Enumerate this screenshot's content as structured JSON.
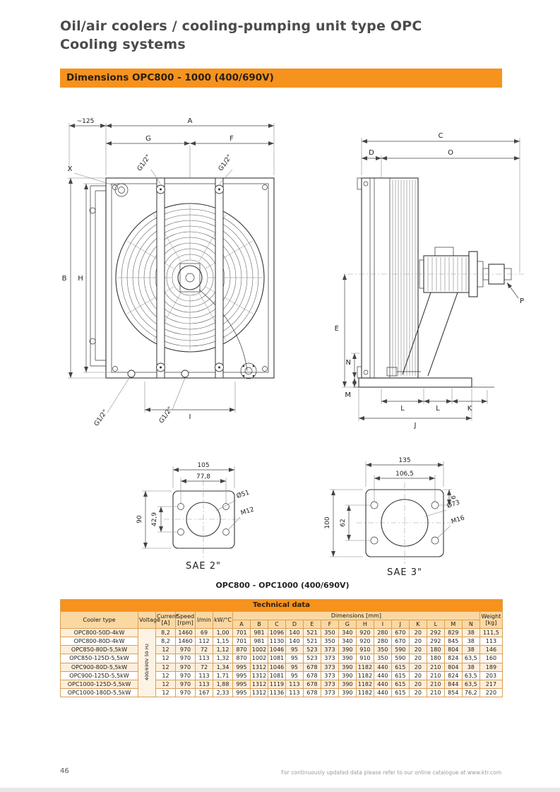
{
  "page": {
    "title_line1": "Oil/air coolers / cooling-pumping unit type OPC",
    "title_line2": "Cooling systems",
    "section_banner": "Dimensions OPC800 - 1000 (400/690V)",
    "drawing_caption": "OPC800 - OPC1000 (400/690V)",
    "footer_page_number": "46",
    "footer_note": "For continuously updated data please refer to our online catalogue at www.ktr.com"
  },
  "drawings": {
    "front_view": {
      "dim_a": "A",
      "dim_g": "G",
      "dim_f": "F",
      "dim_offset": "~125",
      "label_x": "X",
      "dim_b": "B",
      "dim_h": "H",
      "dim_i": "I",
      "port_top_left": "G1/2\"",
      "port_top_right": "G1/2\"",
      "port_bottom_left": "G1/2\"",
      "port_bottom_center": "G1/2\""
    },
    "side_view": {
      "dim_c": "C",
      "dim_d": "D",
      "dim_o": "O",
      "dim_e": "E",
      "dim_n": "N",
      "dim_m": "M",
      "dim_j": "J",
      "dim_l1": "L",
      "dim_l2": "L",
      "dim_k": "K",
      "label_p": "P"
    },
    "sae2_flange": {
      "title": "SAE 2\"",
      "dim_width": "105",
      "dim_bolt_width": "77,8",
      "dim_bolt_height": "42,9",
      "dim_height": "90",
      "bore_label": "Ø51",
      "thread_label": "M12"
    },
    "sae3_flange": {
      "title": "SAE 3\"",
      "dim_width": "135",
      "dim_bolt_width": "106,5",
      "dim_edge": "6",
      "dim_height": "100",
      "dim_bolt_height": "62",
      "bore_label": "Ø73",
      "thread_label": "M16"
    }
  },
  "table": {
    "title": "Technical data",
    "voltage_label": "400/690V 50 Hz",
    "headers": {
      "cooler_type": "Cooler type",
      "voltage": "Voltage",
      "current": [
        "Current",
        "[A]"
      ],
      "speed": [
        "Speed",
        "[rpm]"
      ],
      "flow": "l/min",
      "capacity": "kW/°C",
      "dimensions": "Dimensions [mm]",
      "weight": [
        "Weight",
        "[kg]"
      ]
    },
    "dim_columns": [
      "A",
      "B",
      "C",
      "D",
      "E",
      "F",
      "G",
      "H",
      "I",
      "J",
      "K",
      "L",
      "M",
      "N"
    ],
    "rows": [
      {
        "cells": [
          "OPC800-50D-4kW",
          "8,2",
          "1460",
          "69",
          "1,00",
          "701",
          "981",
          "1096",
          "140",
          "521",
          "350",
          "340",
          "920",
          "280",
          "670",
          "20",
          "292",
          "829",
          "38",
          "111,5"
        ]
      },
      {
        "cells": [
          "OPC800-80D-4kW",
          "8,2",
          "1460",
          "112",
          "1,15",
          "701",
          "981",
          "1130",
          "140",
          "521",
          "350",
          "340",
          "920",
          "280",
          "670",
          "20",
          "292",
          "845",
          "38",
          "113"
        ]
      },
      {
        "cells": [
          "OPC850-80D-5,5kW",
          "12",
          "970",
          "72",
          "1,12",
          "870",
          "1002",
          "1046",
          "95",
          "523",
          "373",
          "390",
          "910",
          "350",
          "590",
          "20",
          "180",
          "804",
          "38",
          "146"
        ]
      },
      {
        "cells": [
          "OPC850-125D-5,5kW",
          "12",
          "970",
          "113",
          "1,32",
          "870",
          "1002",
          "1081",
          "95",
          "523",
          "373",
          "390",
          "910",
          "350",
          "590",
          "20",
          "180",
          "824",
          "63,5",
          "160"
        ]
      },
      {
        "cells": [
          "OPC900-80D-5,5kW",
          "12",
          "970",
          "72",
          "1,34",
          "995",
          "1312",
          "1046",
          "95",
          "678",
          "373",
          "390",
          "1182",
          "440",
          "615",
          "20",
          "210",
          "804",
          "38",
          "189"
        ]
      },
      {
        "cells": [
          "OPC900-125D-5,5kW",
          "12",
          "970",
          "113",
          "1,71",
          "995",
          "1312",
          "1081",
          "95",
          "678",
          "373",
          "390",
          "1182",
          "440",
          "615",
          "20",
          "210",
          "824",
          "63,5",
          "203"
        ]
      },
      {
        "cells": [
          "OPC1000-125D-5,5kW",
          "12",
          "970",
          "113",
          "1,88",
          "995",
          "1312",
          "1119",
          "113",
          "678",
          "373",
          "390",
          "1182",
          "440",
          "615",
          "20",
          "210",
          "844",
          "63,5",
          "217"
        ]
      },
      {
        "cells": [
          "OPC1000-180D-5,5kW",
          "12",
          "970",
          "167",
          "2,33",
          "995",
          "1312",
          "1136",
          "113",
          "678",
          "373",
          "390",
          "1182",
          "440",
          "615",
          "20",
          "210",
          "854",
          "76,2",
          "220"
        ]
      }
    ]
  }
}
